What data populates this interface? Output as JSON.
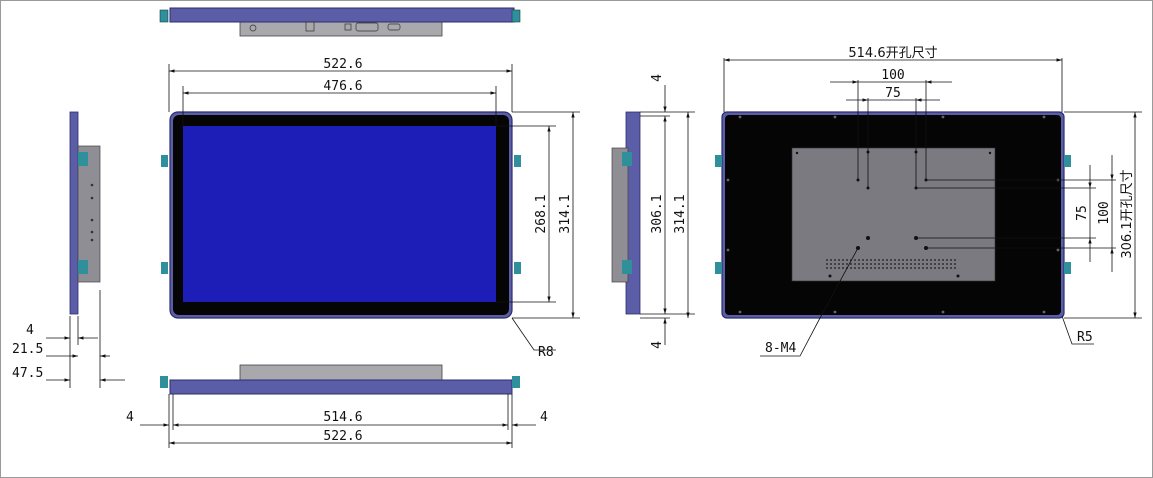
{
  "colors": {
    "frame": "#5b5ea6",
    "frame_edge": "#2a2d6e",
    "screen": "#1d1db8",
    "bezel": "#050505",
    "back_plate": "#7a7a80",
    "bracket": "#2f8f9a",
    "side_case": "#8e8e94"
  },
  "front_view": {
    "width_overall": "522.6",
    "width_active": "476.6",
    "height_active": "268.1",
    "height_overall": "314.1",
    "corner_radius": "R8"
  },
  "side_view": {
    "dim_a": "4",
    "dim_b": "21.5",
    "dim_c": "47.5"
  },
  "bottom_view": {
    "left_margin": "4",
    "right_margin": "4",
    "cutout_width": "514.6",
    "overall_width": "522.6"
  },
  "side_view_2": {
    "top_margin": "4",
    "bottom_margin": "4",
    "cutout_height": "306.1",
    "overall_height": "314.1"
  },
  "rear_view": {
    "cutout_width_label": "514.6开孔尺寸",
    "vesa_100_h": "100",
    "vesa_75_h": "75",
    "vesa_75_v": "75",
    "vesa_100_v": "100",
    "cutout_height_label": "306.1开孔尺寸",
    "screw_label": "8-M4",
    "corner_radius": "R5"
  }
}
